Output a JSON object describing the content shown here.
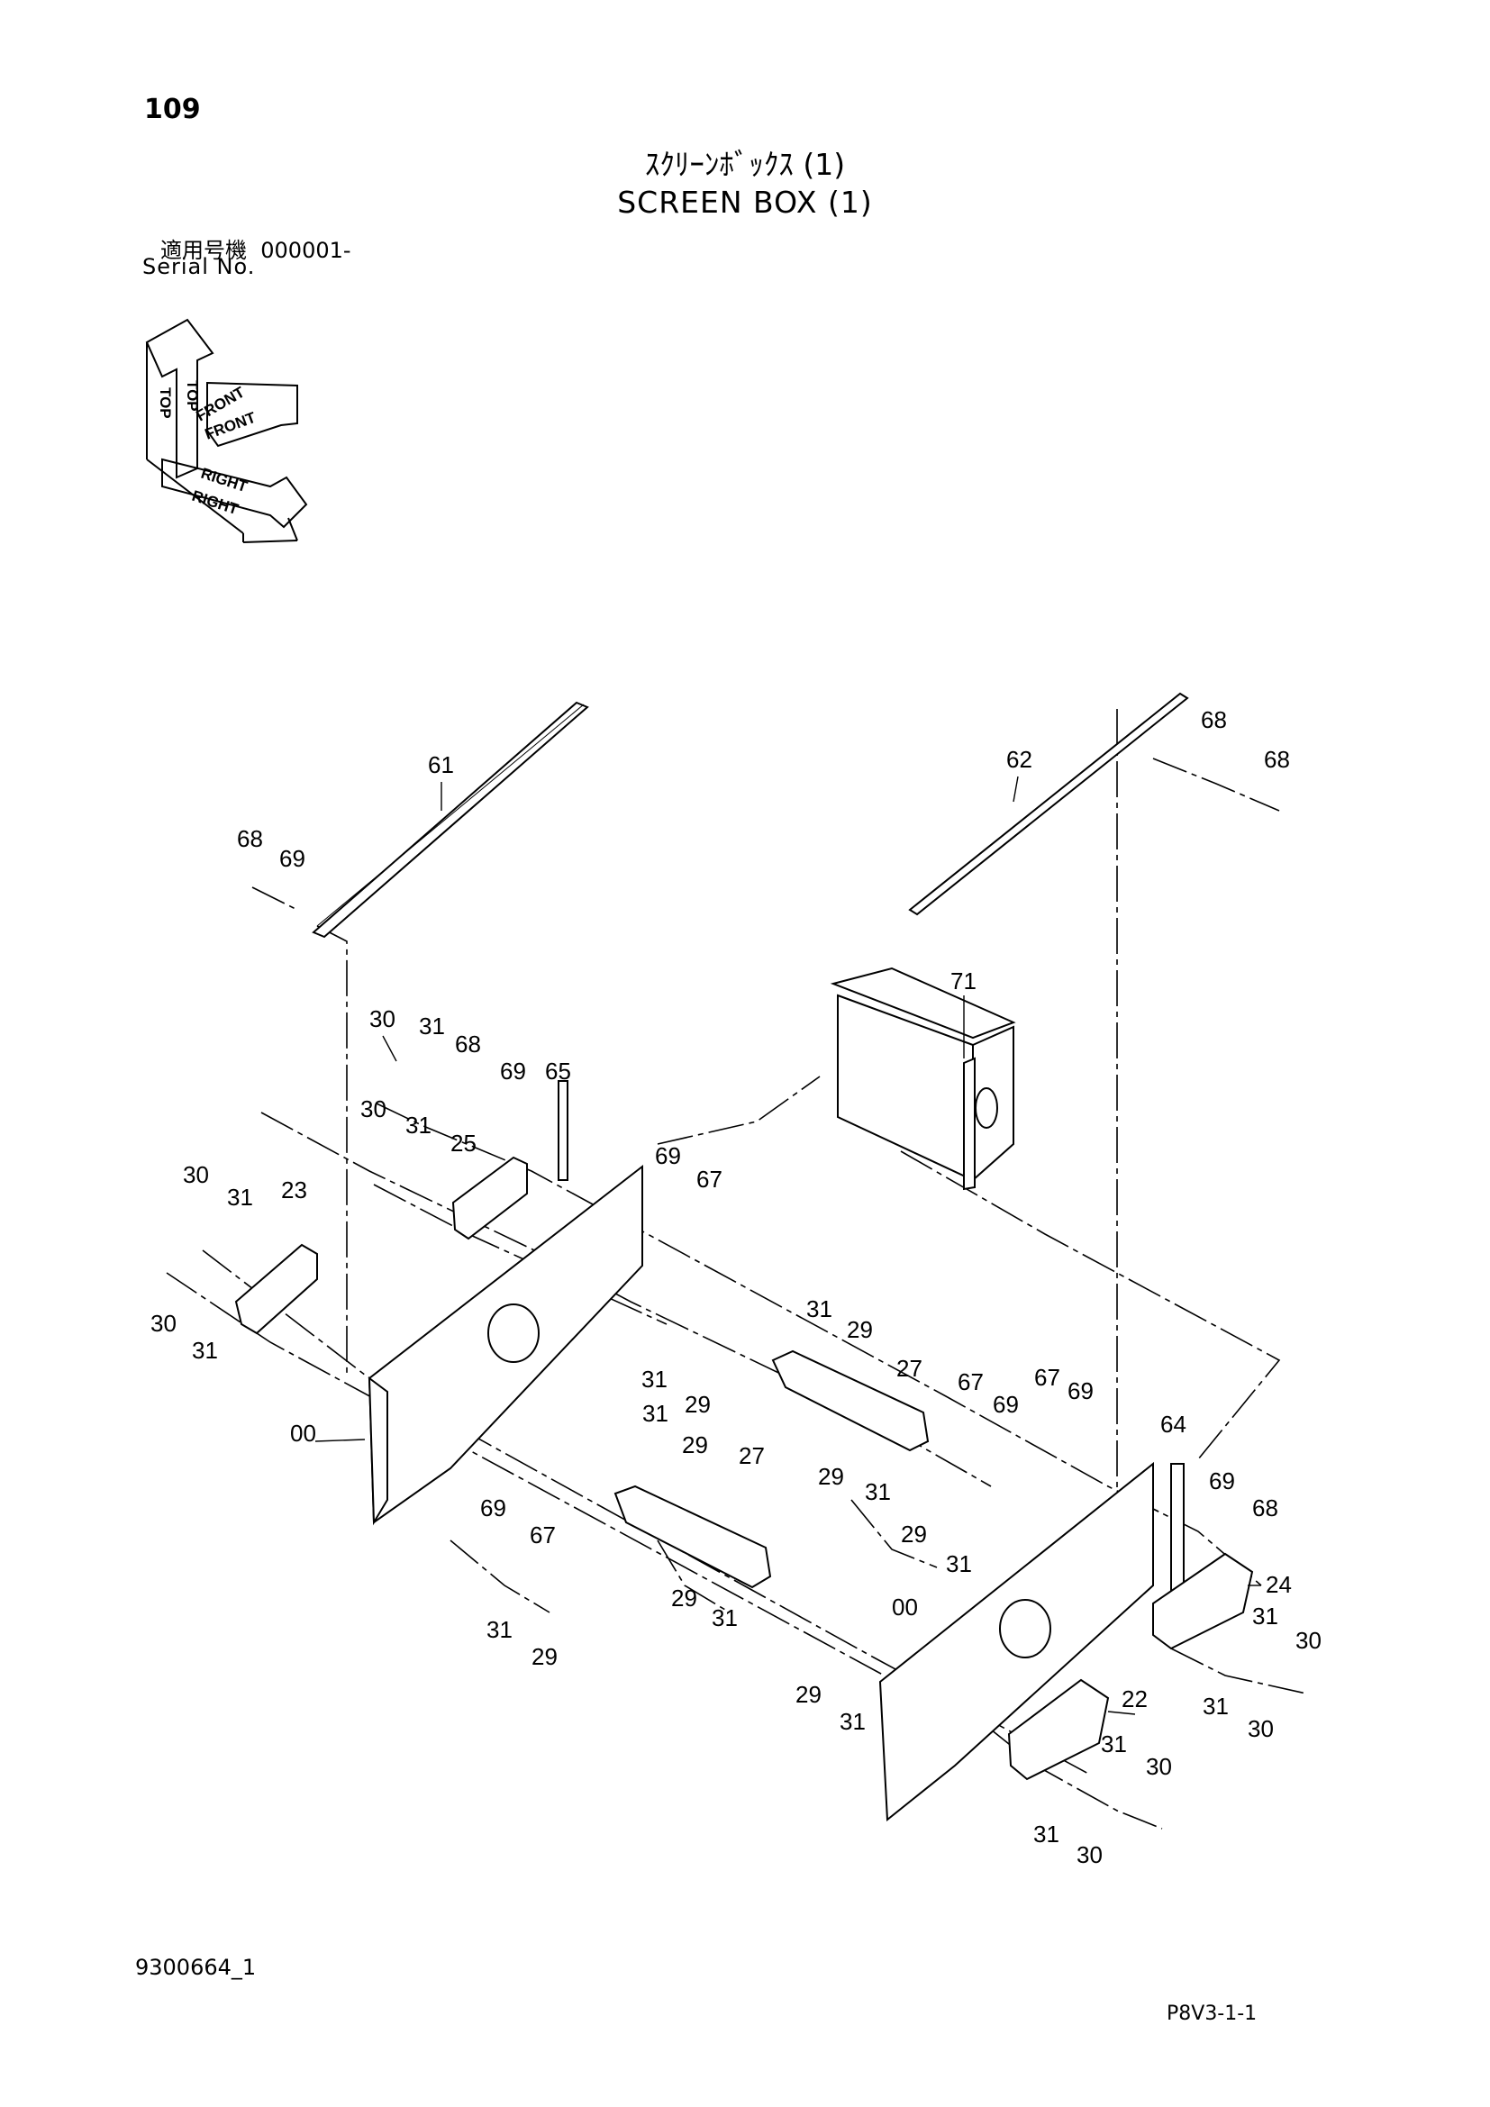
{
  "header": {
    "page_number": "109",
    "title_jp": "ｽｸﾘｰﾝﾎﾞｯｸｽ (1)",
    "title_en": "SCREEN BOX (1)",
    "serial_label_jp": "適用号機",
    "serial_value": "000001-",
    "serial_label_en": "Serial No."
  },
  "orientation": {
    "top": "TOP",
    "front": "FRONT",
    "right": "RIGHT"
  },
  "callouts": [
    "61",
    "62",
    "68",
    "69",
    "71",
    "65",
    "25",
    "23",
    "22",
    "24",
    "27",
    "64",
    "00",
    "29",
    "30",
    "31",
    "67"
  ],
  "footer": {
    "doc_number": "9300664_1",
    "sheet_code": "P8V3-1-1"
  }
}
